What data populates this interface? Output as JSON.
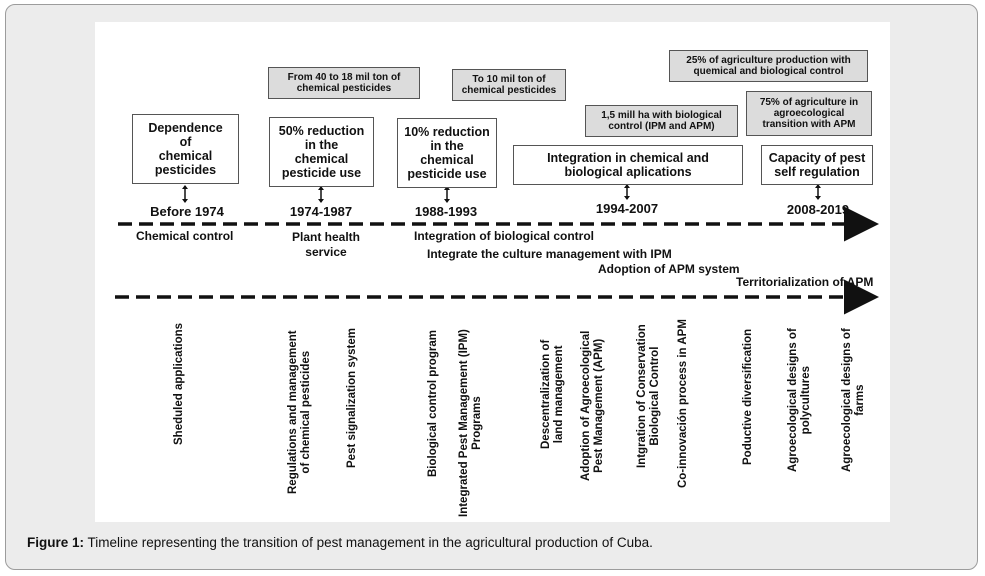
{
  "top_notes": [
    {
      "line1": "From 40 to 18 mil ton of",
      "line2": "chemical pesticides"
    },
    {
      "line1": "To 10 mil ton of",
      "line2": "chemical pesticides"
    },
    {
      "line1": "1,5 mill ha with biological",
      "line2": "control (IPM and APM)"
    },
    {
      "line1": "25% of agriculture production with",
      "line2": "quemical and biological control"
    },
    {
      "line1": "75% of agriculture in",
      "line2": "agroecological",
      "line3": "transition with APM"
    }
  ],
  "stages": [
    {
      "lines": [
        "Dependence",
        "of",
        "chemical",
        "pesticides"
      ],
      "period": "Before 1974"
    },
    {
      "lines": [
        "50% reduction",
        "in the",
        "chemical",
        "pesticide use"
      ],
      "period": "1974-1987"
    },
    {
      "lines": [
        "10% reduction",
        "in the",
        "chemical",
        "pesticide use"
      ],
      "period": "1988-1993"
    },
    {
      "lines": [
        "Integration in chemical and",
        "biological aplications"
      ],
      "period": "1994-2007"
    },
    {
      "lines": [
        "Capacity of pest",
        "self regulation"
      ],
      "period": "2008-2019"
    }
  ],
  "approaches": {
    "chemical_control": "Chemical control",
    "plant_health_1": "Plant health",
    "plant_health_2": "service",
    "biological": "Integration of biological control",
    "ipm": "Integrate the culture management with IPM",
    "apm": "Adoption of APM system",
    "territorial": "Territorialization of APM"
  },
  "actions": [
    {
      "l1": "Sheduled applications"
    },
    {
      "l1": "Regulations and management",
      "l2": "of chemical pesticides"
    },
    {
      "l1": "Pest signalization system"
    },
    {
      "l1": "Biological control program"
    },
    {
      "l1": "Integrated Pest Management (IPM)",
      "l2": "Programs"
    },
    {
      "l1": "Descentralization of",
      "l2": "land management"
    },
    {
      "l1": "Adoption of Agroecological",
      "l2": "Pest Management (APM)"
    },
    {
      "l1": "Intgration of Conservation",
      "l2": "Biological Control"
    },
    {
      "l1": "Co-innovación process in APM"
    },
    {
      "l1": "Poductive diversification"
    },
    {
      "l1": "Agroecological designs of",
      "l2": "polycultures"
    },
    {
      "l1": "Agroecological designs of",
      "l2": "farms"
    }
  ],
  "caption": {
    "label": "Figure 1:",
    "text": "Timeline representing the transition of pest management in the agricultural production of Cuba."
  },
  "colors": {
    "frame_bg": "#ececec",
    "note_bg": "#dcdcdc",
    "line": "#111111"
  }
}
